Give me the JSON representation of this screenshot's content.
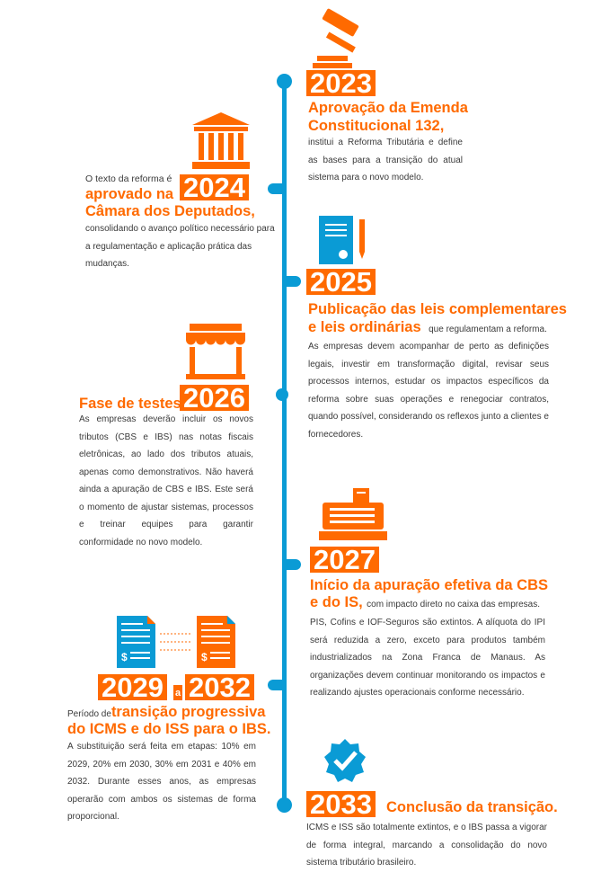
{
  "colors": {
    "accent": "#ff6a00",
    "timeline": "#0a9bd5"
  },
  "events": [
    {
      "year": "2023",
      "icon": "gavel-icon",
      "title": "Aprovação da Emenda Constitucional 132,",
      "body": "institui a Reforma Tributária e define as bases para a transição do atual sistema para o novo modelo."
    },
    {
      "year": "2024",
      "icon": "government-building-icon",
      "lead": "O texto da reforma é",
      "title_line1": "aprovado na",
      "title_line2": "Câmara dos Deputados,",
      "body": "consolidando o avanço político necessário para a regulamentação e aplicação prática das mudanças."
    },
    {
      "year": "2025",
      "icon": "document-pen-icon",
      "title_line1": "Publicação das leis complementares",
      "title_line2": "e leis ordinárias",
      "tail": "que regulamentam a reforma.",
      "body": "As empresas devem acompanhar de perto as definições legais, investir em transformação digital, revisar seus processos internos, estudar os impactos específicos da reforma sobre suas operações e renegociar contratos, quando possível, considerando os reflexos junto a clientes e fornecedores."
    },
    {
      "year": "2026",
      "icon": "storefront-icon",
      "title": "Fase de testes",
      "body": "As empresas deverão incluir os novos tributos (CBS e IBS) nas notas fiscais eletrônicas, ao lado dos tributos atuais, apenas como demonstrativos. Não haverá ainda a apuração de CBS e IBS. Este será o momento de ajustar sistemas, processos e treinar equipes para garantir conformidade no novo modelo."
    },
    {
      "year": "2027",
      "icon": "cash-register-icon",
      "title_line1": "Início da apuração efetiva da CBS",
      "title_line2": "e do IS,",
      "tail": "com impacto direto no caixa das empresas.",
      "body": "PIS, Cofins e IOF-Seguros são extintos. A alíquota do IPI será reduzida a zero, exceto para produtos também industrializados na Zona Franca de Manaus. As organizações devem continuar monitorando os impactos e realizando ajustes operacionais conforme necessário."
    },
    {
      "year": "2029",
      "year_end": "2032",
      "connector": "a",
      "icon": "invoice-transfer-icon",
      "lead": "Período de",
      "title_line1": "transição progressiva",
      "title_line2": "do ICMS e do ISS para o IBS.",
      "body": "A substituição será feita em etapas: 10% em 2029, 20% em 2030, 30% em 2031 e 40% em 2032. Durante esses anos, as empresas operarão com ambos os sistemas de forma proporcional."
    },
    {
      "year": "2033",
      "icon": "verified-badge-icon",
      "title": "Conclusão da transição.",
      "body": "ICMS e ISS são totalmente extintos, e o IBS passa a vigorar de forma integral, marcando a consolidação do novo sistema tributário brasileiro."
    }
  ]
}
